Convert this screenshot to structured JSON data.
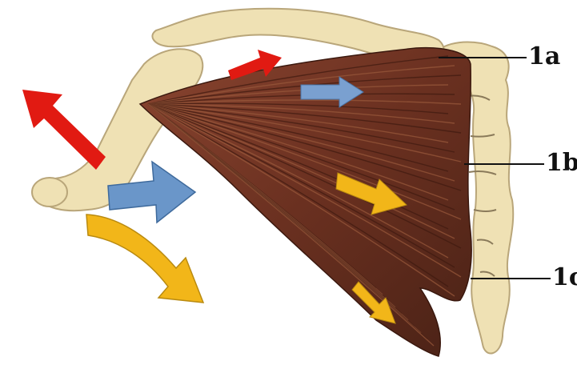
{
  "labels": {
    "a": "1a",
    "b": "1b",
    "c": "1c"
  },
  "colors": {
    "muscle_dark": "#5a2a1e",
    "muscle_mid": "#7a3a26",
    "muscle_light": "#9a5a3c",
    "bone": "#efe1b4",
    "bone_outline": "#b9a67a",
    "arrow_red": "#e11a12",
    "arrow_blue": "#6a96c9",
    "arrow_yellow": "#f2b619"
  },
  "icons": [
    "red-arrow-icon",
    "blue-arrow-icon",
    "yellow-arrow-icon"
  ]
}
